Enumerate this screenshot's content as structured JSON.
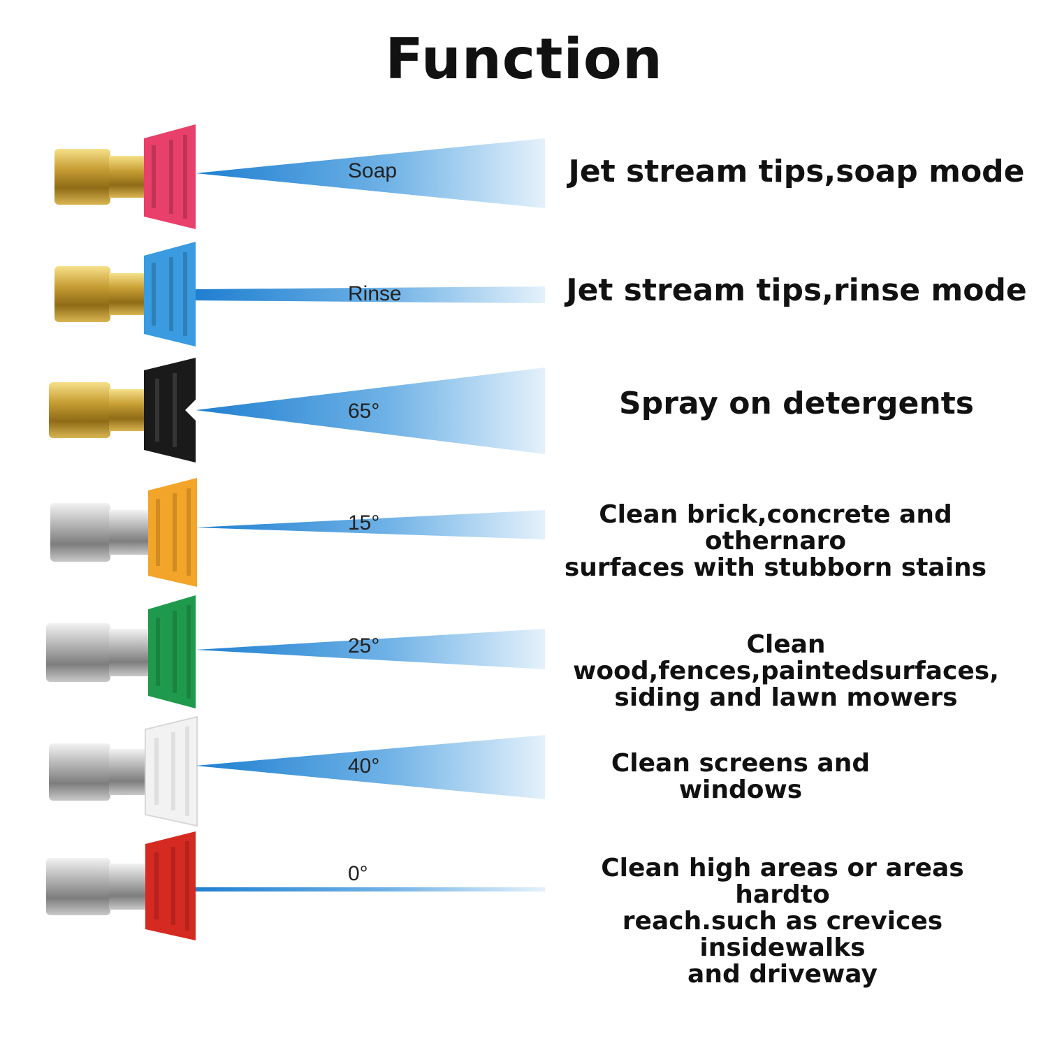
{
  "title": "Function",
  "tips": [
    {
      "spray_label": "Soap",
      "description": "Jet stream tips,soap mode",
      "cap_color": "#e8406a",
      "metal": "brass"
    },
    {
      "spray_label": "Rinse",
      "description": "Jet stream tips,rinse mode",
      "cap_color": "#3a9be0",
      "metal": "brass"
    },
    {
      "spray_label": "65°",
      "description": "Spray on detergents",
      "cap_color": "#1a1a1a",
      "metal": "brass"
    },
    {
      "spray_label": "15°",
      "description": "Clean brick,concrete and othernaro\nsurfaces with stubborn stains",
      "cap_color": "#f3a52a",
      "metal": "steel"
    },
    {
      "spray_label": "25°",
      "description": "Clean wood,fences,paintedsurfaces,\nsiding and lawn mowers",
      "cap_color": "#1f9a4c",
      "metal": "steel"
    },
    {
      "spray_label": "40°",
      "description": "Clean screens and windows",
      "cap_color": "#f2f2f2",
      "metal": "steel"
    },
    {
      "spray_label": "0°",
      "description": "Clean high areas or areas hardto\nreach.such as crevices insidewalks\nand driveway",
      "cap_color": "#d42a22",
      "metal": "steel"
    }
  ]
}
